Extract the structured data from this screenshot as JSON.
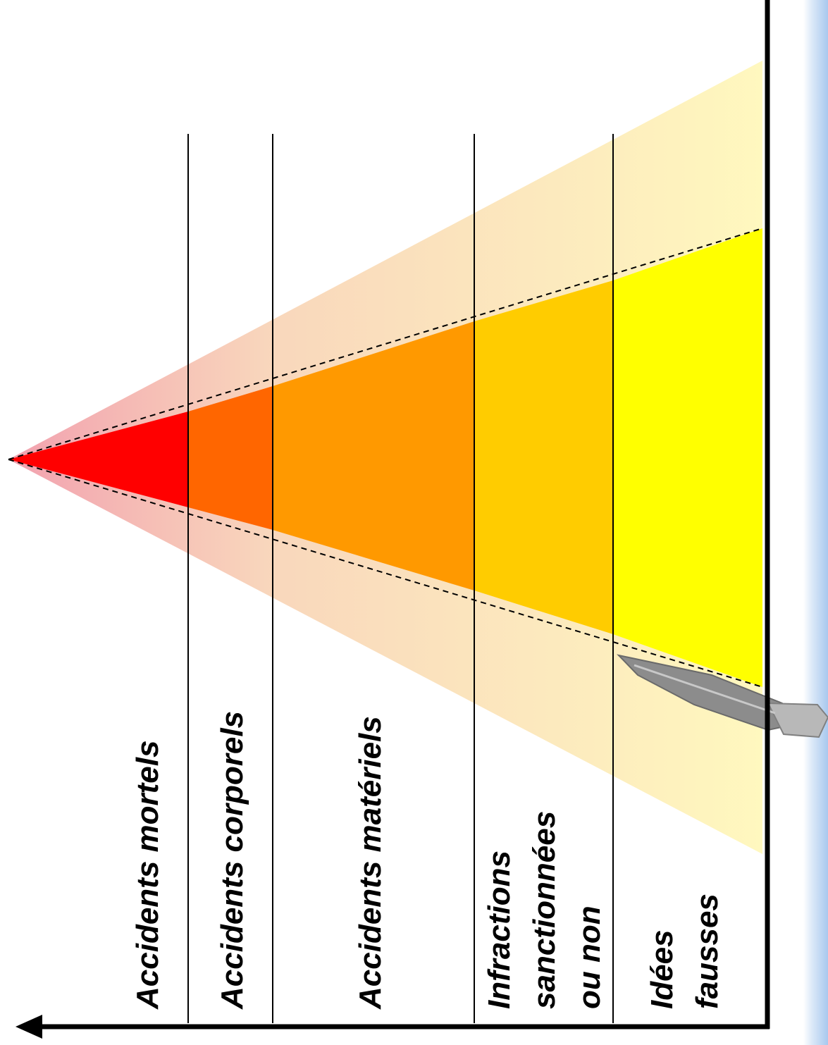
{
  "diagram": {
    "levels": [
      {
        "id": "mortels",
        "lines": [
          "Accidents mortels"
        ]
      },
      {
        "id": "corporels",
        "lines": [
          "Accidents corporels"
        ]
      },
      {
        "id": "materiels",
        "lines": [
          "Accidents matériels"
        ]
      },
      {
        "id": "infractions",
        "lines": [
          "Infractions",
          "sanctionnées",
          "ou non"
        ]
      },
      {
        "id": "idees",
        "lines": [
          "Idées",
          "fausses"
        ]
      }
    ],
    "colors": {
      "level_fills": [
        "#ff0000",
        "#ff6600",
        "#ff9900",
        "#ffcc00",
        "#ffff00"
      ],
      "halo_from": "#e02040",
      "halo_to": "#ffee66",
      "right_strip": "#a8c8ee",
      "axis": "#000000"
    }
  }
}
